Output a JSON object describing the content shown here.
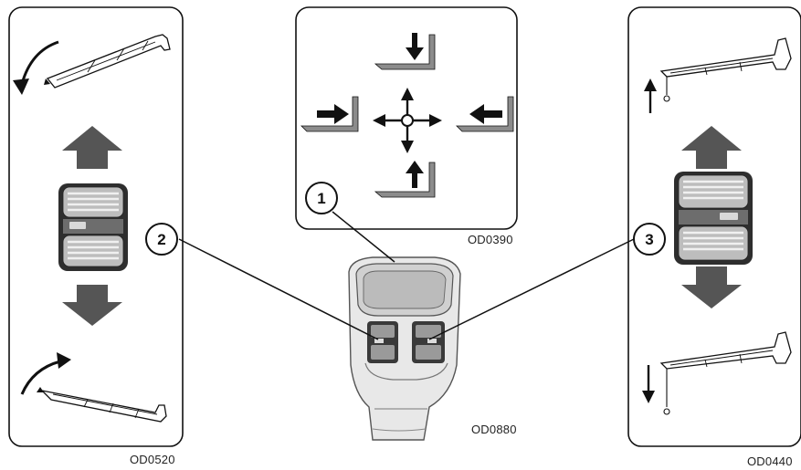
{
  "colors": {
    "panel_border": "#111111",
    "arrow_fill": "#555555",
    "line": "#111111",
    "switch_dark": "#3a3a3a",
    "switch_mid": "#8a8a8a",
    "switch_light": "#d0d0d0",
    "lever_grey": "#8c8c8c"
  },
  "panels": {
    "left": {
      "code": "OD0520"
    },
    "top": {
      "code": "OD0390"
    },
    "right": {
      "code": "OD0440"
    },
    "control": {
      "code": "OD0880"
    }
  },
  "callouts": [
    {
      "number": "1"
    },
    {
      "number": "2"
    },
    {
      "number": "3"
    }
  ]
}
